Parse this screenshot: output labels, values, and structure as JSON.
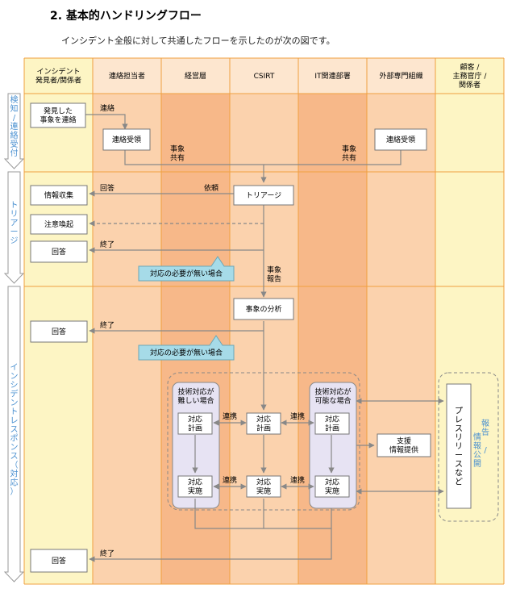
{
  "heading": "2. 基本的ハンドリングフロー",
  "intro": "インシデント全般に対して共通したフローを示したのが次の図です。",
  "colors": {
    "yellow_col": "#fdf5c4",
    "orange_light": "#fbd2ad",
    "orange_mid": "#f7b889",
    "border": "#f0a040",
    "tooltip": "#a6dbe8",
    "group": "#e7e3f3",
    "side_text": "#4a90d0",
    "line": "#888888"
  },
  "columns": [
    {
      "id": "c1",
      "label": "インシデント\n発見者/関係者"
    },
    {
      "id": "c2",
      "label": "連絡担当者"
    },
    {
      "id": "c3",
      "label": "経営層"
    },
    {
      "id": "c4",
      "label": "CSIRT"
    },
    {
      "id": "c5",
      "label": "IT関連部署"
    },
    {
      "id": "c6",
      "label": "外部専門組織"
    },
    {
      "id": "c7",
      "label": "顧客 /\n主務官庁 /\n関係者"
    }
  ],
  "phases": [
    {
      "id": "p1",
      "label": "検知/連絡受付"
    },
    {
      "id": "p2",
      "label": "トリアージ"
    },
    {
      "id": "p3",
      "label": "インシデントレスポンス（対応）"
    }
  ],
  "boxes": [
    {
      "id": "b_discover",
      "text": "発見した\n事象を連絡"
    },
    {
      "id": "b_recv1",
      "text": "連絡受領"
    },
    {
      "id": "b_recv2",
      "text": "連絡受領"
    },
    {
      "id": "b_info",
      "text": "情報収集"
    },
    {
      "id": "b_triage",
      "text": "トリアージ"
    },
    {
      "id": "b_alert",
      "text": "注意喚起"
    },
    {
      "id": "b_ans1",
      "text": "回答"
    },
    {
      "id": "b_analysis",
      "text": "事象の分析"
    },
    {
      "id": "b_ans2",
      "text": "回答"
    },
    {
      "id": "b_plan_l",
      "text": "対応\n計画"
    },
    {
      "id": "b_plan_c",
      "text": "対応\n計画"
    },
    {
      "id": "b_plan_r",
      "text": "対応\n計画"
    },
    {
      "id": "b_exec_l",
      "text": "対応\n実施"
    },
    {
      "id": "b_exec_c",
      "text": "対応\n実施"
    },
    {
      "id": "b_exec_r",
      "text": "対応\n実施"
    },
    {
      "id": "b_support",
      "text": "支援\n情報提供"
    },
    {
      "id": "b_ans3",
      "text": "回答"
    },
    {
      "id": "b_press",
      "text": "プレスリリースなど"
    }
  ],
  "groups": [
    {
      "id": "g_left",
      "text": "技術対応が\n難しい場合"
    },
    {
      "id": "g_right",
      "text": "技術対応が\n可能な場合"
    }
  ],
  "callouts": [
    {
      "id": "t1",
      "text": "対応の必要が無い場合"
    },
    {
      "id": "t2",
      "text": "対応の必要が無い場合"
    }
  ],
  "labels": [
    {
      "id": "l_renraku",
      "text": "連絡"
    },
    {
      "id": "l_share_l",
      "text": "事象\n共有"
    },
    {
      "id": "l_share_r",
      "text": "事象\n共有"
    },
    {
      "id": "l_kaitou",
      "text": "回答"
    },
    {
      "id": "l_irai",
      "text": "依頼"
    },
    {
      "id": "l_end1",
      "text": "終了"
    },
    {
      "id": "l_report",
      "text": "事象\n報告"
    },
    {
      "id": "l_end2",
      "text": "終了"
    },
    {
      "id": "l_link1",
      "text": "連携"
    },
    {
      "id": "l_link2",
      "text": "連携"
    },
    {
      "id": "l_link3",
      "text": "連携"
    },
    {
      "id": "l_link4",
      "text": "連携"
    },
    {
      "id": "l_end3",
      "text": "終了"
    }
  ],
  "side_label": "報告 /\n情報公開"
}
